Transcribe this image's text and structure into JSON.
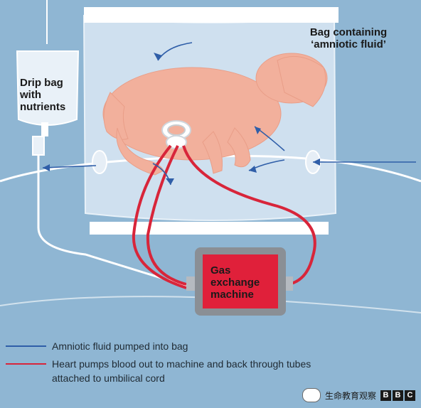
{
  "labels": {
    "drip_bag": "Drip bag with nutrients",
    "bag": "Bag containing ‘amniotic fluid’",
    "machine": "Gas exchange machine"
  },
  "legend": {
    "blue_text": "Amniotic fluid pumped into bag",
    "red_text_1": "Heart pumps blood out to machine and back through tubes",
    "red_text_2": "attached to umbilical cord"
  },
  "watermark": {
    "text": "生命教育观察",
    "bbc": [
      "B",
      "B",
      "C"
    ]
  },
  "colors": {
    "background": "#8fb6d3",
    "bag": "#cfe0ef",
    "lamb": "#f2b09c",
    "blood": "#d8253a",
    "fluid": "#2f5ea8",
    "machine": "#e0203a",
    "machine_frame": "#8a8f95"
  }
}
